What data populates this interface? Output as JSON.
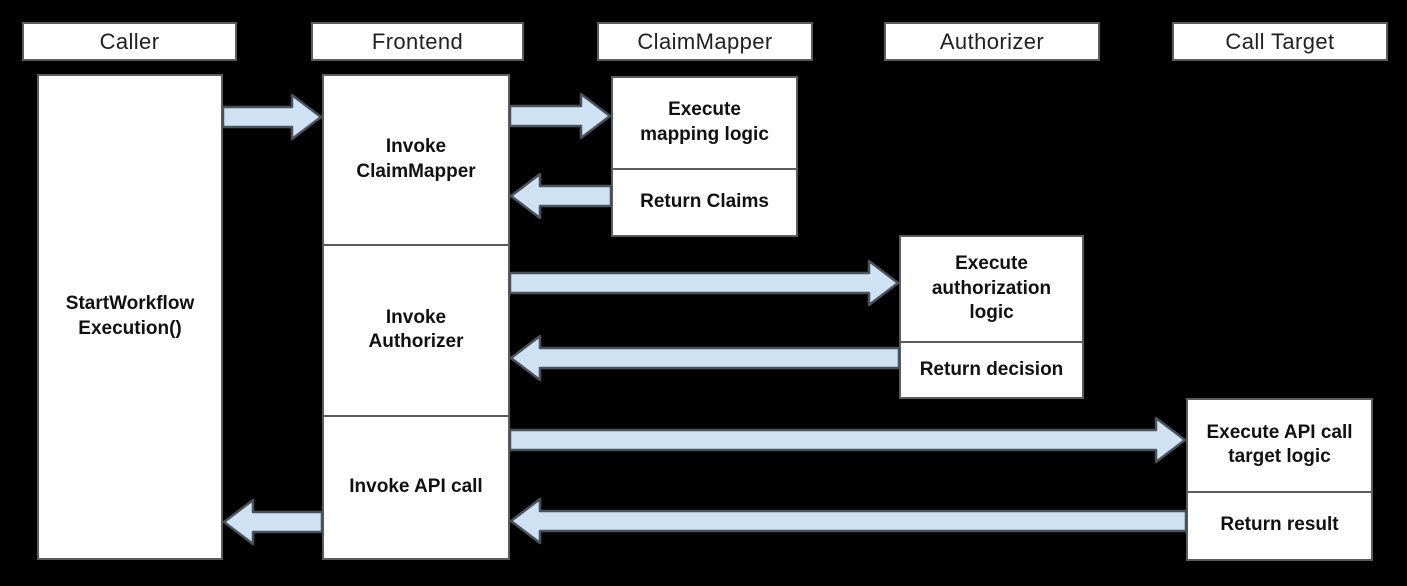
{
  "diagram": {
    "type": "sequence-diagram",
    "lanes": [
      {
        "label": "Caller"
      },
      {
        "label": "Frontend"
      },
      {
        "label": "ClaimMapper"
      },
      {
        "label": "Authorizer"
      },
      {
        "label": "Call Target"
      }
    ],
    "activations": {
      "caller": "StartWorkflow\nExecution()",
      "frontend_claimmapper": "Invoke\nClaimMapper",
      "frontend_authorizer": "Invoke\nAuthorizer",
      "frontend_api": "Invoke API call",
      "claimmapper_execute": "Execute\nmapping logic",
      "claimmapper_return": "Return Claims",
      "authorizer_execute": "Execute\nauthorization\nlogic",
      "authorizer_return": "Return decision",
      "calltarget_execute": "Execute API call\ntarget logic",
      "calltarget_return": "Return result"
    },
    "arrows": [
      {
        "from": "Caller",
        "to": "Frontend",
        "direction": "right"
      },
      {
        "from": "Frontend",
        "to": "ClaimMapper",
        "direction": "right"
      },
      {
        "from": "ClaimMapper",
        "to": "Frontend",
        "direction": "left"
      },
      {
        "from": "Frontend",
        "to": "Authorizer",
        "direction": "right"
      },
      {
        "from": "Authorizer",
        "to": "Frontend",
        "direction": "left"
      },
      {
        "from": "Frontend",
        "to": "Call Target",
        "direction": "right"
      },
      {
        "from": "Call Target",
        "to": "Frontend",
        "direction": "left"
      },
      {
        "from": "Frontend",
        "to": "Caller",
        "direction": "left"
      }
    ],
    "colors": {
      "background": "#000000",
      "box_fill": "#ffffff",
      "box_border": "#5c5c5c",
      "arrow_fill": "#cfe2f3",
      "arrow_stroke": "#49525a",
      "text": "#111111"
    }
  }
}
